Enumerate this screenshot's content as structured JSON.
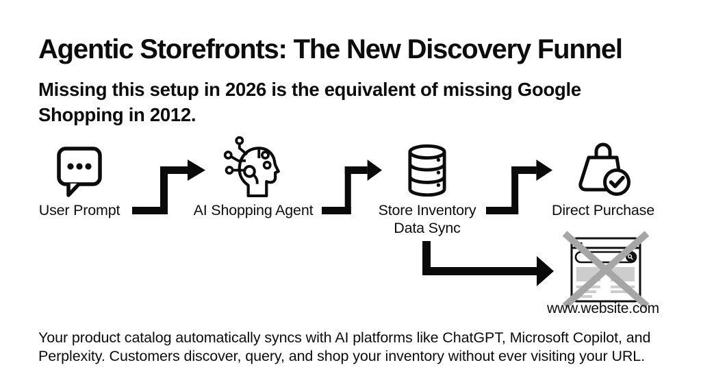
{
  "page": {
    "background_color": "#ffffff",
    "text_color": "#0c0c0c"
  },
  "header": {
    "title": "Agentic Storefronts: The New Discovery Funnel",
    "subtitle": "Missing this setup in 2026 is the equivalent of missing Google Shopping in 2012."
  },
  "flow": {
    "arrow_color": "#0a0a0a",
    "steps": [
      {
        "id": "user-prompt",
        "icon": "speech-bubble-icon",
        "label": "User Prompt"
      },
      {
        "id": "ai-shopping-agent",
        "icon": "ai-head-circuit-icon",
        "label": "AI Shopping Agent"
      },
      {
        "id": "store-inventory-data-sync",
        "icon": "database-icon",
        "label_line1": "Store Inventory",
        "label_line2": "Data Sync"
      },
      {
        "id": "direct-purchase",
        "icon": "shopping-bag-check-icon",
        "label": "Direct Purchase"
      }
    ],
    "bypass": {
      "icon": "crossed-out-website-icon",
      "label": "www.website.com",
      "cross_color": "#a6a6a6"
    }
  },
  "footer": {
    "text": "Your product catalog automatically syncs with AI platforms like ChatGPT, Microsoft Copilot, and Perplexity. Customers discover, query, and shop your inventory without ever visiting your URL."
  }
}
